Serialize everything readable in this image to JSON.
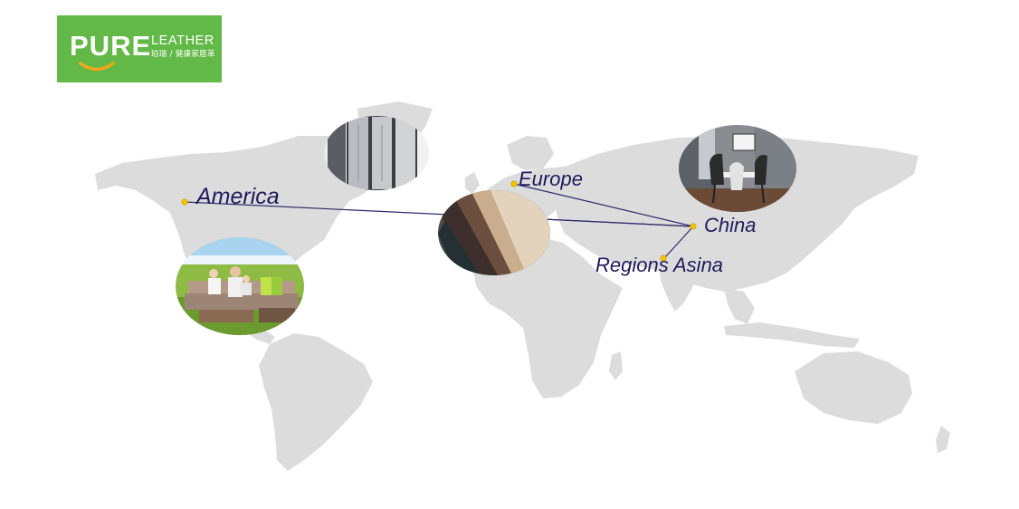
{
  "logo": {
    "word1": "PURE",
    "word2": "LEATHER",
    "subtitle": "珀瑞 / 健康家居革",
    "bg_color": "#63b947",
    "smile_color": "#f2a81d"
  },
  "map": {
    "land_color": "#dcdcdc",
    "line_color": "#2e2a6a",
    "dot_color": "#f5c400",
    "hub": "China",
    "locations": [
      {
        "id": "america",
        "label": "America"
      },
      {
        "id": "europe",
        "label": "Europe"
      },
      {
        "id": "china",
        "label": "China"
      },
      {
        "id": "asia",
        "label": "Regions Asina"
      }
    ]
  },
  "photos": [
    {
      "id": "wardrobe",
      "subject": "sliding-door wardrobe"
    },
    {
      "id": "leather-swatches",
      "subject": "leather swatches"
    },
    {
      "id": "dining-room",
      "subject": "dining chairs"
    },
    {
      "id": "family-sofa",
      "subject": "family on sofa outdoors"
    }
  ]
}
